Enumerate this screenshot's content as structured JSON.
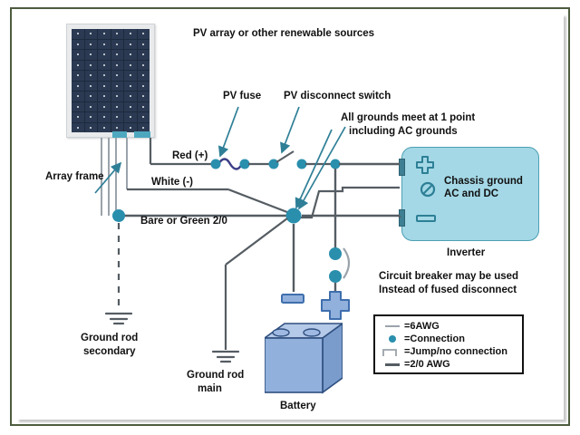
{
  "diagram": {
    "title_labels": {
      "pv_array": "PV array or other renewable sources",
      "pv_fuse": "PV fuse",
      "pv_disconnect": "PV disconnect switch",
      "all_grounds_line1": "All grounds meet at 1 point",
      "all_grounds_line2": "including AC grounds",
      "array_frame": "Array frame",
      "red_positive": "Red (+)",
      "white_negative": "White (-)",
      "bare_green": "Bare or Green 2/0",
      "ground_rod_secondary_line1": "Ground rod",
      "ground_rod_secondary_line2": "secondary",
      "ground_rod_main_line1": "Ground rod",
      "ground_rod_main_line2": "main",
      "battery": "Battery",
      "inverter": "Inverter",
      "chassis_ground_line1": "Chassis ground",
      "chassis_ground_line2": "AC and DC",
      "breaker_note_line1": "Circuit breaker may be used",
      "breaker_note_line2": "Instead of fused disconnect"
    },
    "legend": {
      "items": [
        {
          "key": "thin-line",
          "label": "=6AWG"
        },
        {
          "key": "dot",
          "label": "=Connection"
        },
        {
          "key": "jump-arc",
          "label": "=Jump/no connection"
        },
        {
          "key": "thick-line",
          "label": "=2/0 AWG"
        }
      ]
    },
    "colors": {
      "frame_border": "#4d5c3e",
      "inverter_fill": "#a4d8e6",
      "inverter_stroke": "#4c9fb3",
      "battery_front": "#92b0dc",
      "battery_top": "#b5c9e8",
      "battery_side": "#7a9ccd",
      "connection_dot": "#2a8fad",
      "wire_heavy": "#555d63",
      "wire_thin": "#9aa3ab",
      "arrow_teal": "#2f7f97",
      "pv_cell": "#2b3a52"
    },
    "icons": {
      "plus": "plus-terminal-icon",
      "minus": "minus-terminal-icon",
      "chassis_ground": "chassis-ground-icon",
      "earth_ground": "earth-ground-icon",
      "fuse": "fuse-icon",
      "disconnect_switch": "disconnect-switch-icon",
      "circuit_breaker": "circuit-breaker-icon"
    }
  }
}
